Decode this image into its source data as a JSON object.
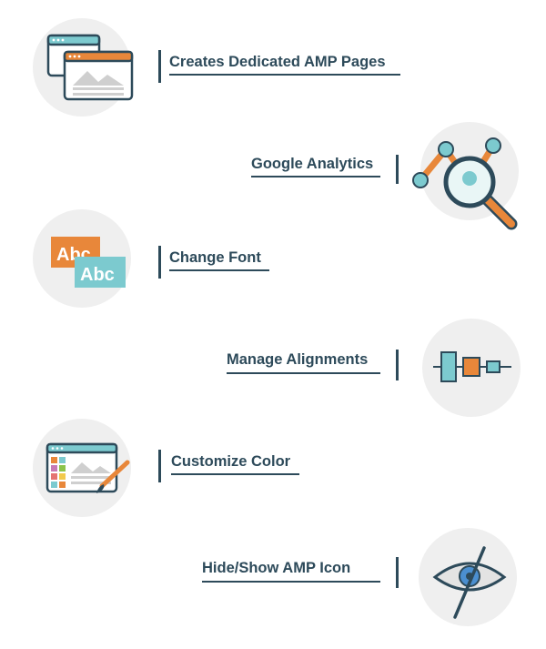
{
  "features": [
    {
      "label": "Creates Dedicated AMP Pages",
      "icon": "browser-windows-icon",
      "side": "left"
    },
    {
      "label": "Google Analytics",
      "icon": "analytics-magnifier-icon",
      "side": "right"
    },
    {
      "label": "Change Font",
      "icon": "font-abc-icon",
      "side": "left"
    },
    {
      "label": "Manage Alignments",
      "icon": "alignment-icon",
      "side": "right"
    },
    {
      "label": "Customize Color",
      "icon": "color-palette-icon",
      "side": "left"
    },
    {
      "label": "Hide/Show AMP Icon",
      "icon": "eye-hidden-icon",
      "side": "right"
    }
  ],
  "colors": {
    "dark": "#2d4a5a",
    "teal": "#7ccacf",
    "orange": "#e8873a",
    "circle": "#efefef"
  },
  "icon_text": {
    "abc": "Abc"
  }
}
